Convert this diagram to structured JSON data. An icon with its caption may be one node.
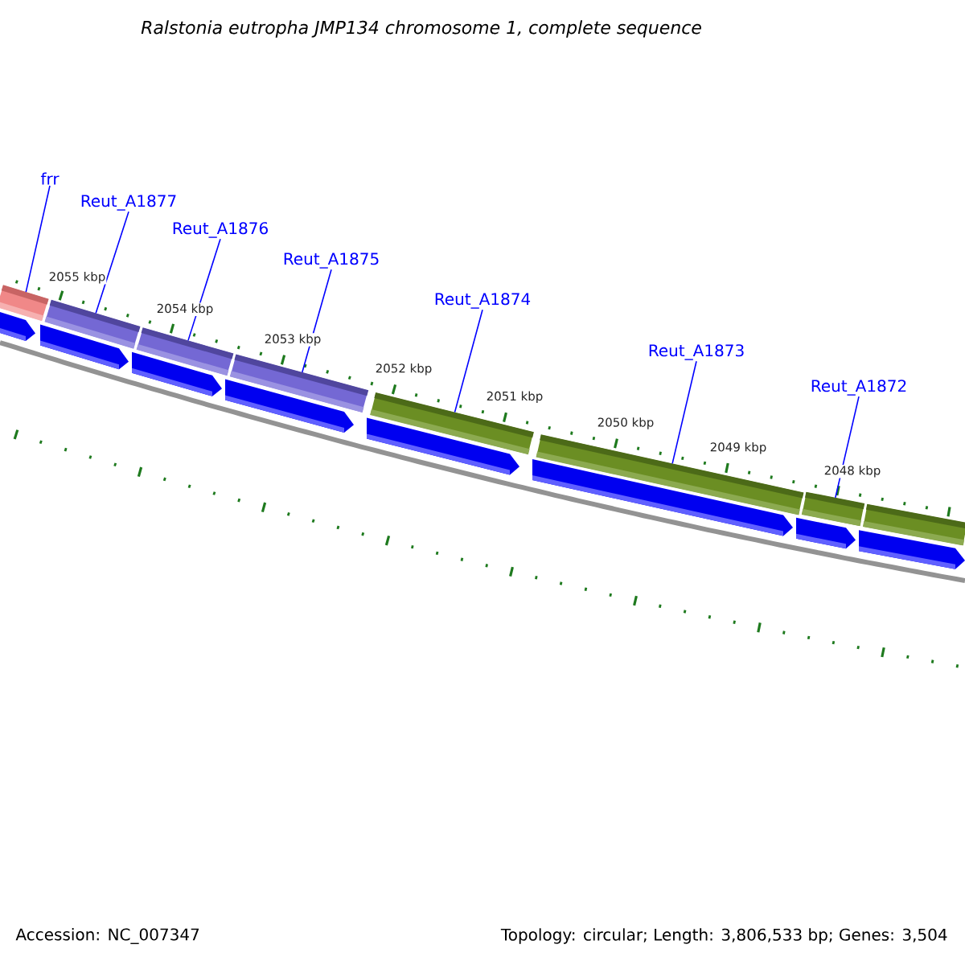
{
  "diagram": {
    "title": "Ralstonia eutropha JMP134 chromosome 1, complete sequence",
    "nodes": [
      {
        "text": [
          "frr"
        ]
      },
      {
        "text": [
          "Reut_A1877"
        ]
      },
      {
        "text": [
          "Reut_A1876"
        ]
      },
      {
        "text": [
          "Reut_A1875"
        ]
      },
      {
        "text": [
          "Reut_A1874"
        ]
      },
      {
        "text": [
          "Reut_A1873"
        ]
      },
      {
        "text": [
          "Reut_A1872"
        ]
      },
      {
        "text": [],
        "shape": "bar"
      },
      {
        "text": [],
        "shape": "bar"
      },
      {
        "text": [],
        "shape": "bar"
      },
      {
        "text": [],
        "shape": "bar"
      },
      {
        "text": [],
        "shape": "bar"
      },
      {
        "text": [],
        "shape": "bar"
      },
      {
        "text": [],
        "shape": "bar"
      },
      {
        "text": [],
        "shape": "bar"
      },
      {
        "text": [],
        "shape": "pentagon"
      },
      {
        "text": [],
        "shape": "pentagon"
      },
      {
        "text": [],
        "shape": "pentagon"
      },
      {
        "text": [],
        "shape": "pentagon"
      },
      {
        "text": [],
        "shape": "pentagon"
      },
      {
        "text": [],
        "shape": "pentagon"
      },
      {
        "text": [],
        "shape": "pentagon"
      },
      {
        "text": [],
        "shape": "pentagon"
      }
    ],
    "edges": [
      {
        "from": 0,
        "to": 7,
        "arrow": "none"
      },
      {
        "from": 1,
        "to": 8,
        "arrow": "none"
      },
      {
        "from": 2,
        "to": 9,
        "arrow": "none"
      },
      {
        "from": 3,
        "to": 10,
        "arrow": "none"
      },
      {
        "from": 4,
        "to": 11,
        "arrow": "none"
      },
      {
        "from": 5,
        "to": 12,
        "arrow": "none"
      },
      {
        "from": 6,
        "to": 13,
        "arrow": "none"
      }
    ],
    "labels": [
      "2055 kbp",
      "2054 kbp",
      "2053 kbp",
      "2052 kbp",
      "2051 kbp",
      "2050 kbp",
      "2049 kbp",
      "2048 kbp",
      "Accession: NC_007347",
      "Topology: circular; Length: 3,806,533 bp; Genes: 3,504"
    ]
  }
}
